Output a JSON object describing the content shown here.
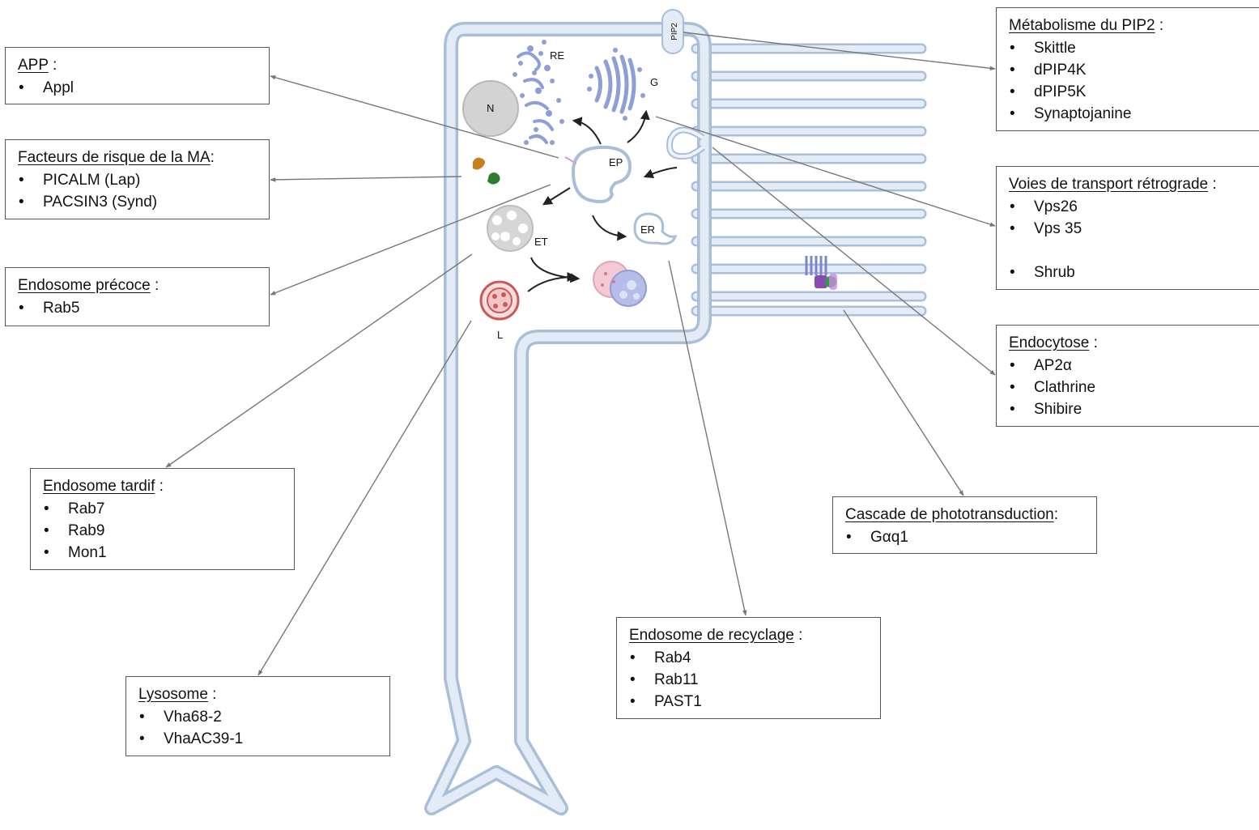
{
  "cell_labels": {
    "pip2": "PIP2",
    "re": "RE",
    "g": "G",
    "n": "N",
    "ep": "EP",
    "et": "ET",
    "er": "ER",
    "l": "L"
  },
  "boxes": {
    "app": {
      "title": "APP",
      "items": [
        "Appl"
      ]
    },
    "facteurs": {
      "title": "Facteurs de risque de la MA",
      "items": [
        "PICALM (Lap)",
        "PACSIN3 (Synd)"
      ]
    },
    "precoce": {
      "title": "Endosome précoce",
      "items": [
        "Rab5"
      ]
    },
    "tardif": {
      "title": "Endosome tardif",
      "items": [
        "Rab7",
        "Rab9",
        "Mon1"
      ]
    },
    "lysosome": {
      "title": "Lysosome",
      "items": [
        "Vha68-2",
        "VhaAC39-1"
      ]
    },
    "recyclage": {
      "title": "Endosome de recyclage",
      "items": [
        "Rab4",
        "Rab11",
        "PAST1"
      ]
    },
    "pip2": {
      "title": "Métabolisme du PIP2",
      "items": [
        "Skittle",
        "dPIP4K",
        "dPIP5K",
        "Synaptojanine"
      ]
    },
    "retrograde": {
      "title": "Voies de transport rétrograde",
      "items": [
        "Vps26",
        "Vps 35",
        "Shrub"
      ]
    },
    "endocytose": {
      "title": "Endocytose",
      "items": [
        "AP2α",
        "Clathrine",
        "Shibire"
      ]
    },
    "photo": {
      "title": "Cascade de phototransduction",
      "items": [
        "Gαq1"
      ]
    }
  },
  "colors": {
    "membrane_fill": "#dfe9f5",
    "membrane_stroke": "#a9bfd9",
    "organelle_blue": "#8e9ed6",
    "nucleus_grey": "#d3d3d3",
    "lysosome_red": "#c85a5a",
    "arrow_grey": "#777777",
    "arrow_black": "#222222"
  }
}
